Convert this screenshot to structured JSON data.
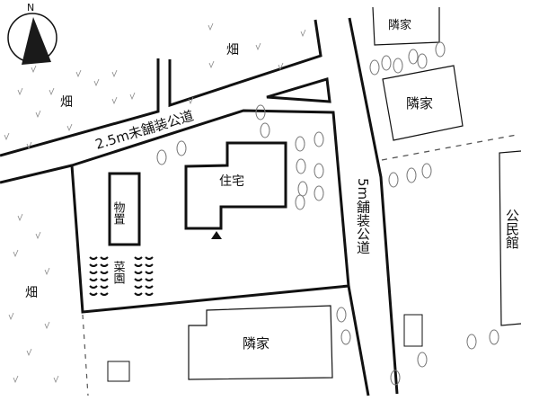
{
  "compass": {
    "label": "N"
  },
  "labels": {
    "field_top": "畑",
    "field_left": "畑",
    "field_bottom": "畑",
    "road_north": "2.5m未舗装公道",
    "road_east": "5m舗装公道",
    "house": "住宅",
    "shed": "物置",
    "garden": "菜園",
    "neighbor_top": "隣家",
    "neighbor_upper_right": "隣家",
    "neighbor_south": "隣家",
    "community_hall": "公民館"
  },
  "colors": {
    "site_fill": "#e6e6e6",
    "line": "#111111"
  }
}
